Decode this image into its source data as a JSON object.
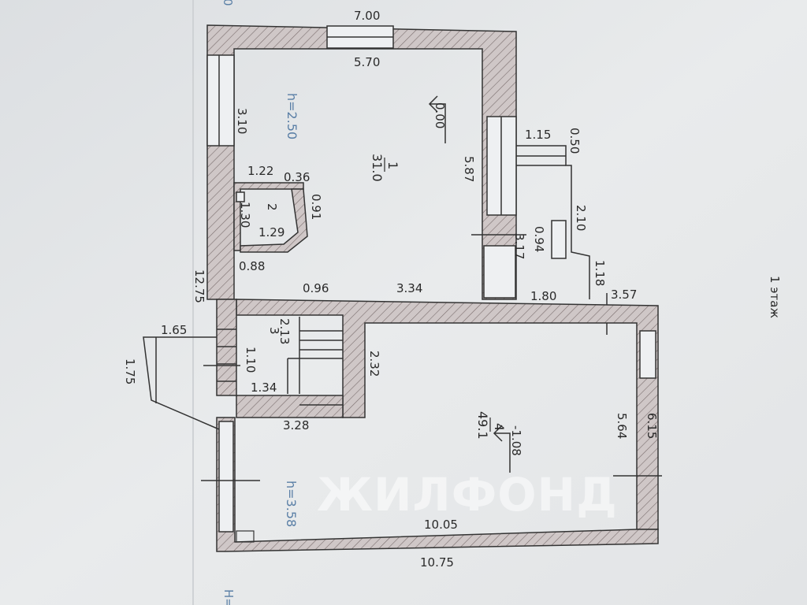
{
  "floor_label": "1 этаж",
  "watermark": "ЖИЛФОНД",
  "rooms": [
    {
      "number": "1",
      "area": "31.0",
      "height": "h=2.50",
      "level": "0.00"
    },
    {
      "number": "2"
    },
    {
      "number": "3"
    },
    {
      "number": "4",
      "area": "49.1",
      "height": "h=3.58",
      "level": "-1.08"
    }
  ],
  "dimensions": {
    "d_7_00": "7.00",
    "d_5_70": "5.70",
    "d_3_10": "3.10",
    "d_5_87": "5.87",
    "d_1_15": "1.15",
    "d_0_50": "0.50",
    "d_2_10": "2.10",
    "d_0_94": "0.94",
    "d_3_17": "3.17",
    "d_1_18": "1.18",
    "d_1_22": "1.22",
    "d_0_36": "0.36",
    "d_0_91": "0.91",
    "d_1_30": "1.30",
    "d_1_29": "1.29",
    "d_0_88": "0.88",
    "d_12_75": "12.75",
    "d_0_96": "0.96",
    "d_3_34": "3.34",
    "d_1_80": "1.80",
    "d_3_57": "3.57",
    "d_1_65": "1.65",
    "d_2_13": "2.13",
    "d_1_10": "1.10",
    "d_1_75": "1.75",
    "d_1_34": "1.34",
    "d_2_32": "2.32",
    "d_3_28": "3.28",
    "d_5_64": "5.64",
    "d_6_15": "6.15",
    "d_10_05": "10.05",
    "d_10_75": "10.75"
  },
  "edge_fragments": {
    "top_left": "0",
    "bottom": "H="
  }
}
